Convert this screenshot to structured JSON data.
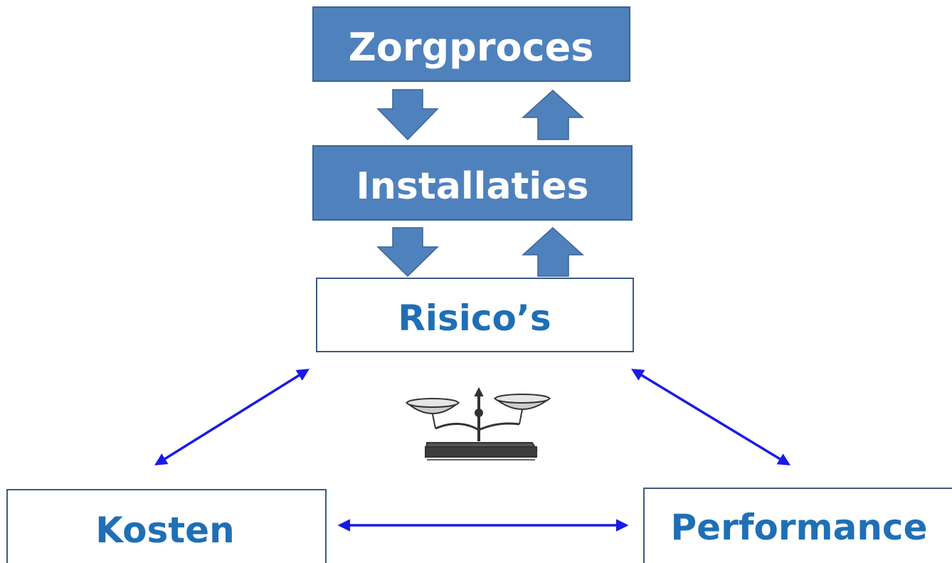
{
  "nodes": {
    "zorgproces": "Zorgproces",
    "installaties": "Installaties",
    "risicos": "Risico’s",
    "kosten": "Kosten",
    "performance": "Performance"
  },
  "colors": {
    "filled_box": "#4f81bd",
    "filled_border": "#3a6394",
    "outline_text": "#1f6fb6",
    "outline_border": "#3a5a85",
    "connector": "#1a1ae6",
    "scale": "#333333"
  },
  "icons": {
    "scale": "balance-scale-icon"
  }
}
